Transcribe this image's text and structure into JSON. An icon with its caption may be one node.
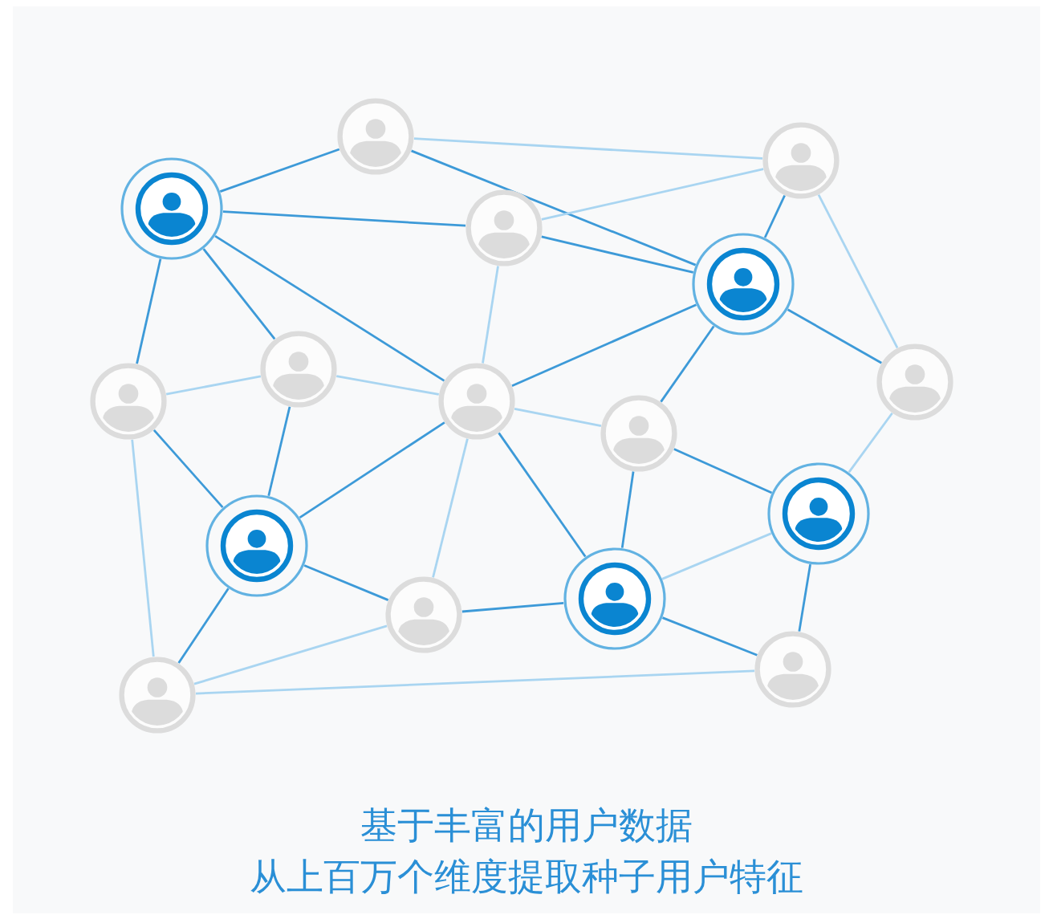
{
  "diagram": {
    "nodes": [
      {
        "text": [],
        "shape": "person"
      },
      {
        "text": [],
        "shape": "person"
      },
      {
        "text": [],
        "shape": "person"
      },
      {
        "text": [],
        "shape": "person"
      },
      {
        "text": [],
        "shape": "person"
      },
      {
        "text": [],
        "shape": "person"
      },
      {
        "text": [],
        "shape": "person"
      },
      {
        "text": [],
        "shape": "person"
      },
      {
        "text": [],
        "shape": "person"
      },
      {
        "text": [],
        "shape": "person"
      },
      {
        "text": [],
        "shape": "person"
      },
      {
        "text": [],
        "shape": "person"
      },
      {
        "text": [],
        "shape": "person"
      },
      {
        "text": [],
        "shape": "person"
      },
      {
        "text": [],
        "shape": "person"
      },
      {
        "text": [],
        "shape": "person"
      }
    ],
    "edges": [
      {
        "from": 0,
        "to": 1,
        "arrow": "none"
      },
      {
        "from": 0,
        "to": 3,
        "arrow": "none"
      },
      {
        "from": 0,
        "to": 7,
        "arrow": "none"
      },
      {
        "from": 0,
        "to": 5,
        "arrow": "none"
      },
      {
        "from": 0,
        "to": 6,
        "arrow": "none"
      },
      {
        "from": 1,
        "to": 2,
        "arrow": "none",
        "color": "#a9d5f1"
      },
      {
        "from": 1,
        "to": 4,
        "arrow": "none"
      },
      {
        "from": 3,
        "to": 2,
        "arrow": "none",
        "color": "#a9d5f1"
      },
      {
        "from": 3,
        "to": 4,
        "arrow": "none"
      },
      {
        "from": 3,
        "to": 7,
        "arrow": "none",
        "color": "#a9d5f1"
      },
      {
        "from": 2,
        "to": 4,
        "arrow": "none"
      },
      {
        "from": 2,
        "to": 8,
        "arrow": "none",
        "color": "#a9d5f1"
      },
      {
        "from": 4,
        "to": 7,
        "arrow": "none"
      },
      {
        "from": 4,
        "to": 9,
        "arrow": "none"
      },
      {
        "from": 4,
        "to": 8,
        "arrow": "none"
      },
      {
        "from": 5,
        "to": 6,
        "arrow": "none",
        "color": "#a9d5f1"
      },
      {
        "from": 5,
        "to": 7,
        "arrow": "none",
        "color": "#a9d5f1"
      },
      {
        "from": 5,
        "to": 11,
        "arrow": "none"
      },
      {
        "from": 6,
        "to": 11,
        "arrow": "none"
      },
      {
        "from": 6,
        "to": 15,
        "arrow": "none",
        "color": "#a9d5f1"
      },
      {
        "from": 7,
        "to": 11,
        "arrow": "none"
      },
      {
        "from": 7,
        "to": 9,
        "arrow": "none",
        "color": "#a9d5f1"
      },
      {
        "from": 7,
        "to": 12,
        "arrow": "none",
        "color": "#a9d5f1"
      },
      {
        "from": 7,
        "to": 13,
        "arrow": "none"
      },
      {
        "from": 9,
        "to": 13,
        "arrow": "none"
      },
      {
        "from": 9,
        "to": 10,
        "arrow": "none"
      },
      {
        "from": 8,
        "to": 10,
        "arrow": "none",
        "color": "#a9d5f1"
      },
      {
        "from": 11,
        "to": 12,
        "arrow": "none"
      },
      {
        "from": 11,
        "to": 15,
        "arrow": "none"
      },
      {
        "from": 12,
        "to": 13,
        "arrow": "none"
      },
      {
        "from": 12,
        "to": 15,
        "arrow": "none",
        "color": "#a9d5f1"
      },
      {
        "from": 13,
        "to": 10,
        "arrow": "none",
        "color": "#a9d5f1"
      },
      {
        "from": 13,
        "to": 14,
        "arrow": "none"
      },
      {
        "from": 10,
        "to": 14,
        "arrow": "none"
      },
      {
        "from": 15,
        "to": 14,
        "arrow": "none",
        "color": "#a9d5f1"
      }
    ],
    "labels": [
      "基于丰富的用户数据",
      "从上百万个维度提取种子用户特征"
    ]
  }
}
